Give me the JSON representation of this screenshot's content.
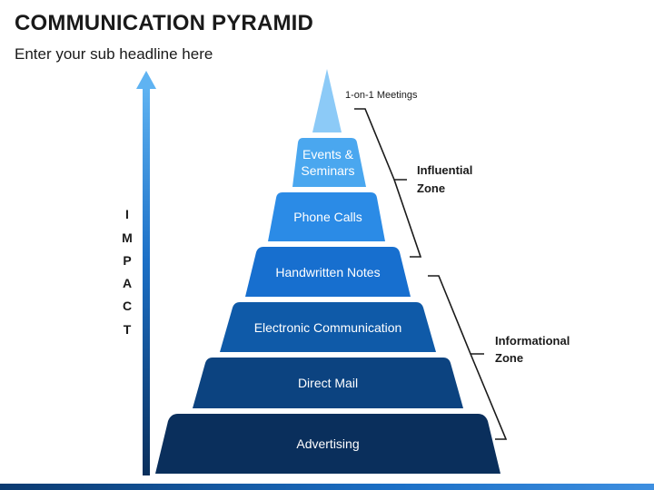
{
  "header": {
    "title": "COMMUNICATION PYRAMID",
    "subtitle": "Enter your sub headline here"
  },
  "axis": {
    "letters": [
      "I",
      "M",
      "P",
      "A",
      "C",
      "T"
    ]
  },
  "pyramid": {
    "top_label": "1-on-1 Meetings",
    "levels": [
      {
        "label": "Events &",
        "label2": "Seminars",
        "color": "#4aa7ef"
      },
      {
        "label": "Phone Calls",
        "color": "#2b8be6"
      },
      {
        "label": "Handwritten Notes",
        "color": "#176fcf"
      },
      {
        "label": "Electronic Communication",
        "color": "#0f5aa8"
      },
      {
        "label": "Direct Mail",
        "color": "#0c4380"
      },
      {
        "label": "Advertising",
        "color": "#0a2f5c"
      }
    ],
    "apex_color": "#8ccaf7"
  },
  "zones": {
    "influential": {
      "line1": "Influential",
      "line2": "Zone"
    },
    "informational": {
      "line1": "Informational",
      "line2": "Zone"
    }
  }
}
